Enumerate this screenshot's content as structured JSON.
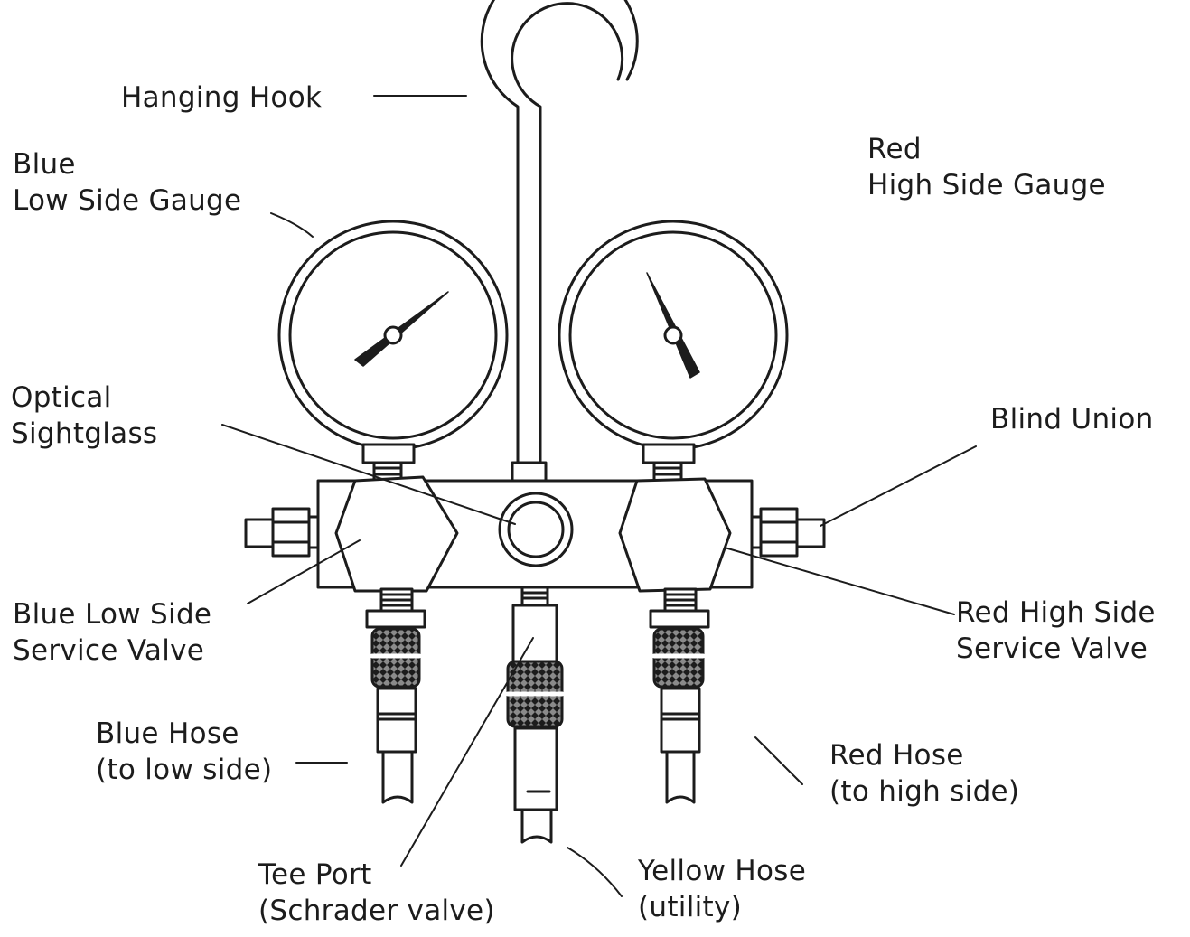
{
  "labels": {
    "hanging_hook": [
      "Hanging Hook"
    ],
    "blue_gauge": [
      "Blue",
      "Low Side Gauge"
    ],
    "red_gauge": [
      "Red",
      "High Side Gauge"
    ],
    "sightglass": [
      "Optical",
      "Sightglass"
    ],
    "blind_union": [
      "Blind Union"
    ],
    "blue_valve": [
      "Blue Low Side",
      "Service Valve"
    ],
    "red_valve": [
      "Red High Side",
      "Service Valve"
    ],
    "blue_hose": [
      "Blue Hose",
      "(to low side)"
    ],
    "red_hose": [
      "Red Hose",
      "(to high side)"
    ],
    "tee_port": [
      "Tee Port",
      "(Schrader valve)"
    ],
    "yellow_hose": [
      "Yellow Hose",
      "(utility)"
    ]
  },
  "icons": {
    "low_gauge": "pressure-gauge-icon",
    "high_gauge": "pressure-gauge-icon",
    "sightglass": "sightglass-icon",
    "hook": "hook-icon"
  },
  "colors": {
    "ink": "#1c1c1c",
    "background": "#ffffff"
  }
}
